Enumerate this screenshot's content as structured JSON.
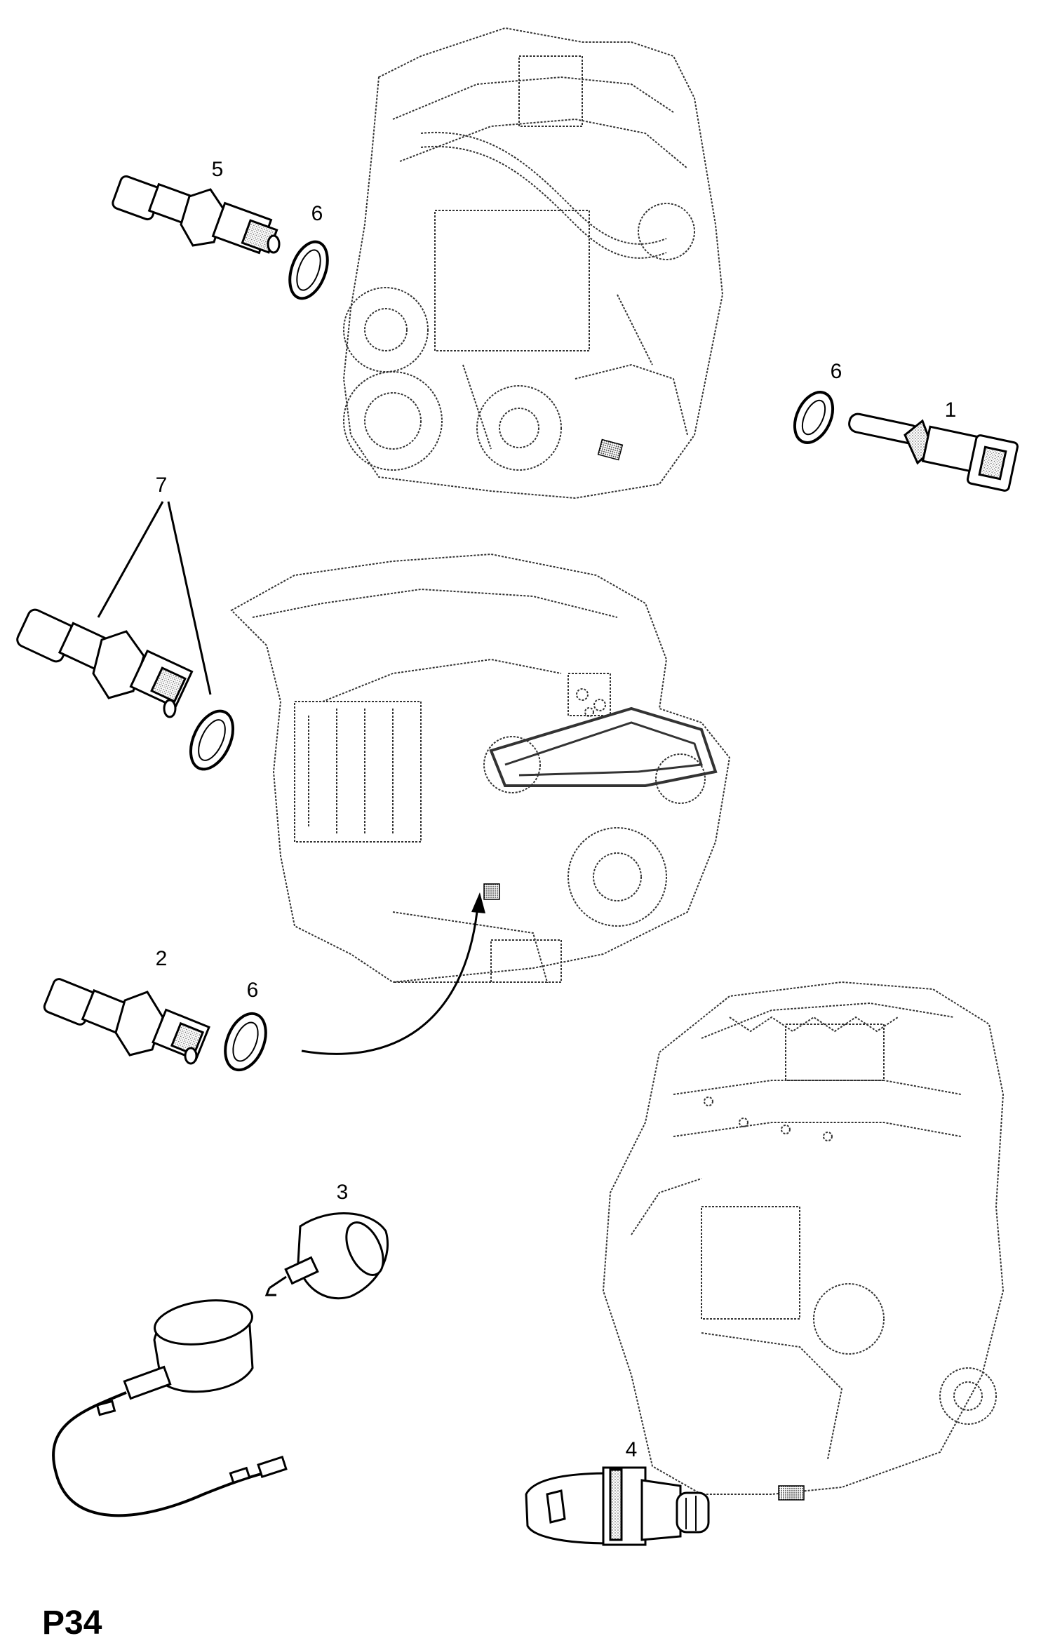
{
  "page_code": "P34",
  "callouts": [
    "5",
    "6",
    "6",
    "1",
    "7",
    "2",
    "6",
    "3",
    "4"
  ]
}
